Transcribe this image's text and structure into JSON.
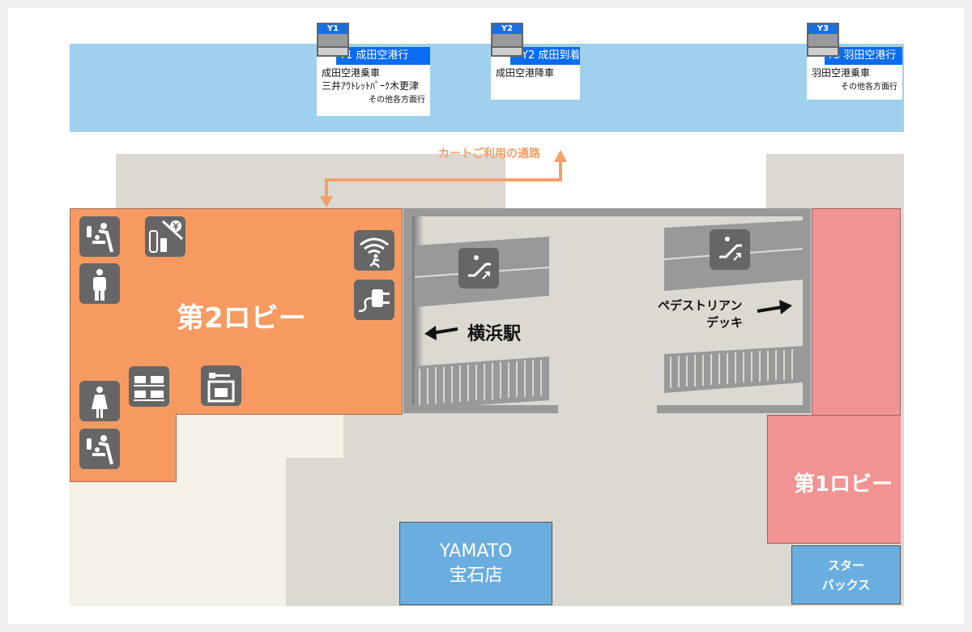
{
  "colors": {
    "band": "#9fd0ee",
    "floor": "#dcd8d2",
    "lobby2": "#f79a62",
    "lobby1": "#f29393",
    "shop": "#6aaee0",
    "route": "#f4a06a",
    "sign_header": "#0a6cf0"
  },
  "stops": [
    {
      "code": "Y1",
      "header": "Y1 成田空港行",
      "lines": [
        "成田空港乗車",
        "三井ｱｳﾄﾚｯﾄﾊﾟｰｸ木更津"
      ],
      "note": "その他各方面行"
    },
    {
      "code": "Y2",
      "header": "Y2 成田到着",
      "lines": [
        "成田空港降車"
      ],
      "note": ""
    },
    {
      "code": "Y3",
      "header": "Y3 羽田空港行",
      "lines": [
        "羽田空港乗車"
      ],
      "note": "その他各方面行"
    }
  ],
  "cart_route": "カートご利用の通路",
  "lobby2": "第2ロビー",
  "lobby1": "第1ロビー",
  "yokohama": "横浜駅",
  "deck": [
    "ペデストリアン",
    "デッキ"
  ],
  "yamato": [
    "YAMATO",
    "宝石店"
  ],
  "starbucks": [
    "スター",
    "バックス"
  ],
  "icons": [
    "baby-care-icon",
    "vending-machine-icon",
    "mens-restroom-icon",
    "wifi-icon",
    "power-outlet-icon",
    "luggage-storage-icon",
    "coin-locker-icon",
    "womens-restroom-icon",
    "baby-care-icon",
    "escalator-icon",
    "escalator-icon"
  ]
}
